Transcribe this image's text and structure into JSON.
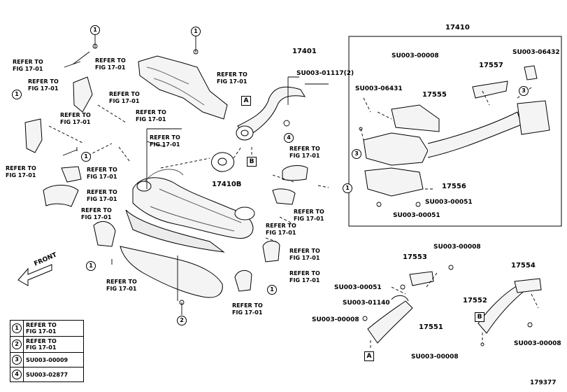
{
  "diagram_id": "179377",
  "front_label": "FRONT",
  "refer": "REFER TO",
  "fig": "FIG 17-01",
  "group": "17410",
  "parts": {
    "p17401": "17401",
    "p17410b": "17410B",
    "p17557": "17557",
    "p17555": "17555",
    "p17556": "17556",
    "p17553": "17553",
    "p17554": "17554",
    "p17552": "17552",
    "p17551": "17551",
    "s0111702": "SU003-01117(2)",
    "s00008": "SU003-00008",
    "s06432": "SU003-06432",
    "s06431": "SU003-06431",
    "s00051": "SU003-00051",
    "s01140": "SU003-01140"
  },
  "callouts": {
    "c1": "1",
    "c2": "2",
    "c3": "3",
    "c4": "4",
    "a": "A",
    "b": "B"
  },
  "legend": [
    {
      "key": "1",
      "l1": "REFER TO",
      "l2": "FIG 17-01"
    },
    {
      "key": "2",
      "l1": "REFER TO",
      "l2": "FIG 17-01"
    },
    {
      "key": "3",
      "l1": "SU003-00009",
      "l2": ""
    },
    {
      "key": "4",
      "l1": "SU003-02877",
      "l2": ""
    }
  ]
}
